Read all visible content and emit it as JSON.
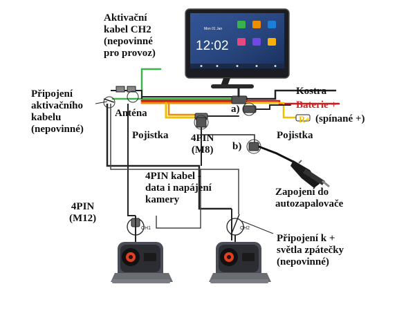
{
  "labels": {
    "aktivacni_kabel": "Aktivační\nkabel CH2\n(nepovinné\npro provoz)",
    "pripojeni_aktivacniho": "Připojení\naktivačního\nkabelu\n(nepovinné)",
    "antena": "Anténa",
    "pojistka_left": "Pojistka",
    "pojistka_right": "Pojistka",
    "kostra": "Kostra",
    "baterie": "Baterie +",
    "r_plus": "R+",
    "spinane": "(spínané +)",
    "a": "a)",
    "b": "b)",
    "m8": "4PIN\n(M8)",
    "kabel_4pin": "4PIN kabel -\ndata i napájení\nkamery",
    "m12": "4PIN\n(M12)",
    "zapojeni": "Zapojení do\nautozapalovače",
    "zpatecky": "Připojení k +\nsvětla zpátečky\n(nepovinné)",
    "ch1": "CH1",
    "ch2": "CH2"
  },
  "monitor": {
    "time": "12:02",
    "date": "Mon 01 Jan"
  },
  "colors": {
    "baterie": "#cc2222",
    "red_wire": "#d01818",
    "yellow_wire": "#f0c000",
    "green_wire": "#3bb34a",
    "orange_wire": "#f08a00"
  },
  "icons": [
    "monitor-icon",
    "camera-icon",
    "cigarette-plug-icon",
    "connector-icon"
  ]
}
